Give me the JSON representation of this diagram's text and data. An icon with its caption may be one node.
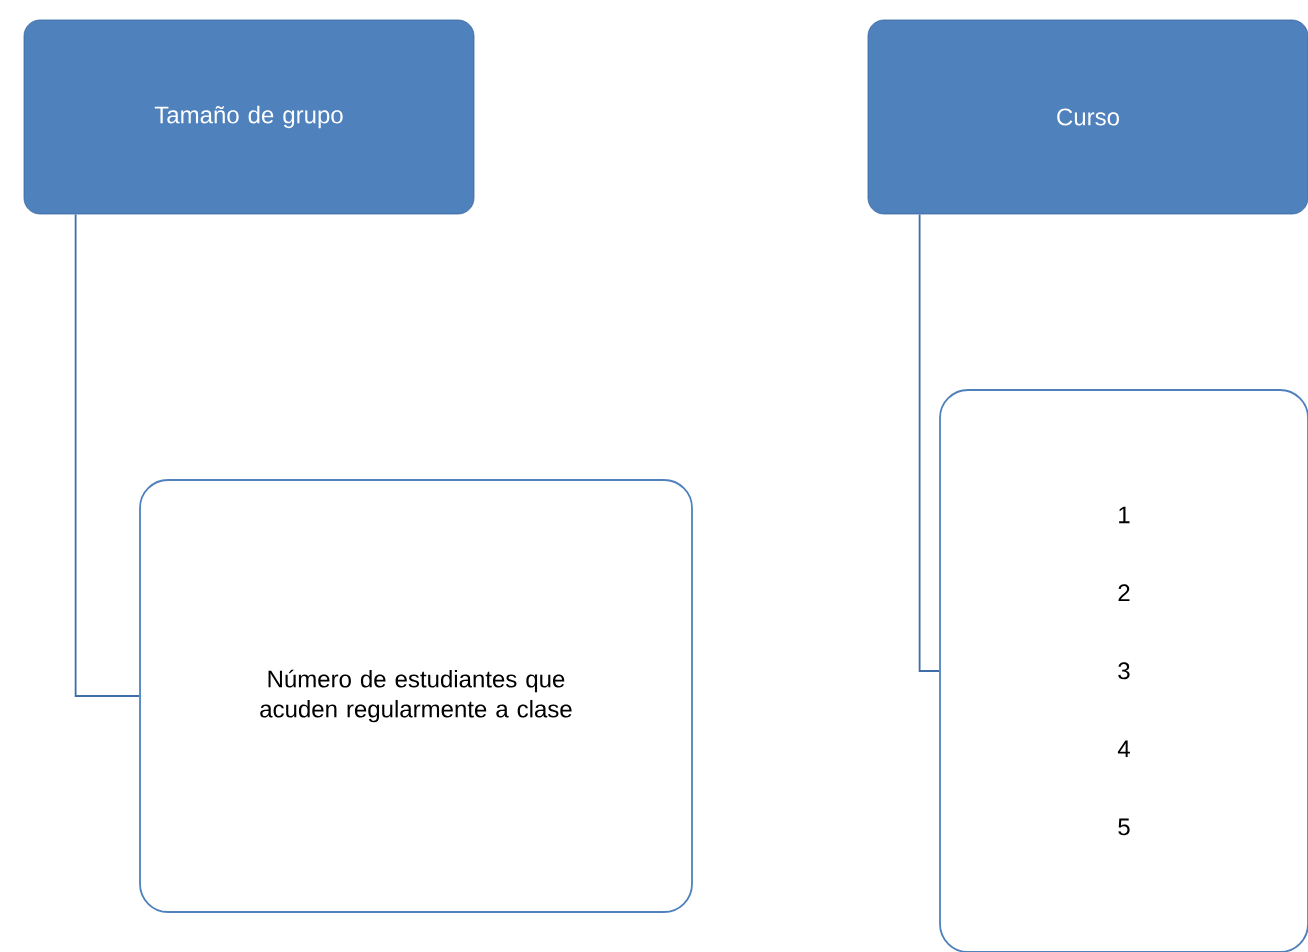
{
  "diagram": {
    "nodes": [
      {
        "text": [
          "Tamaño de grupo"
        ]
      },
      {
        "text": [
          "Número de estudiantes que acuden regularmente a clase"
        ]
      },
      {
        "text": [
          "Curso"
        ]
      },
      {
        "text": [
          "1",
          "2",
          "3",
          "4",
          "5"
        ]
      }
    ],
    "edges": [
      {
        "from": 0,
        "to": 1,
        "arrow": "none"
      },
      {
        "from": 2,
        "to": 3,
        "arrow": "none"
      }
    ]
  }
}
